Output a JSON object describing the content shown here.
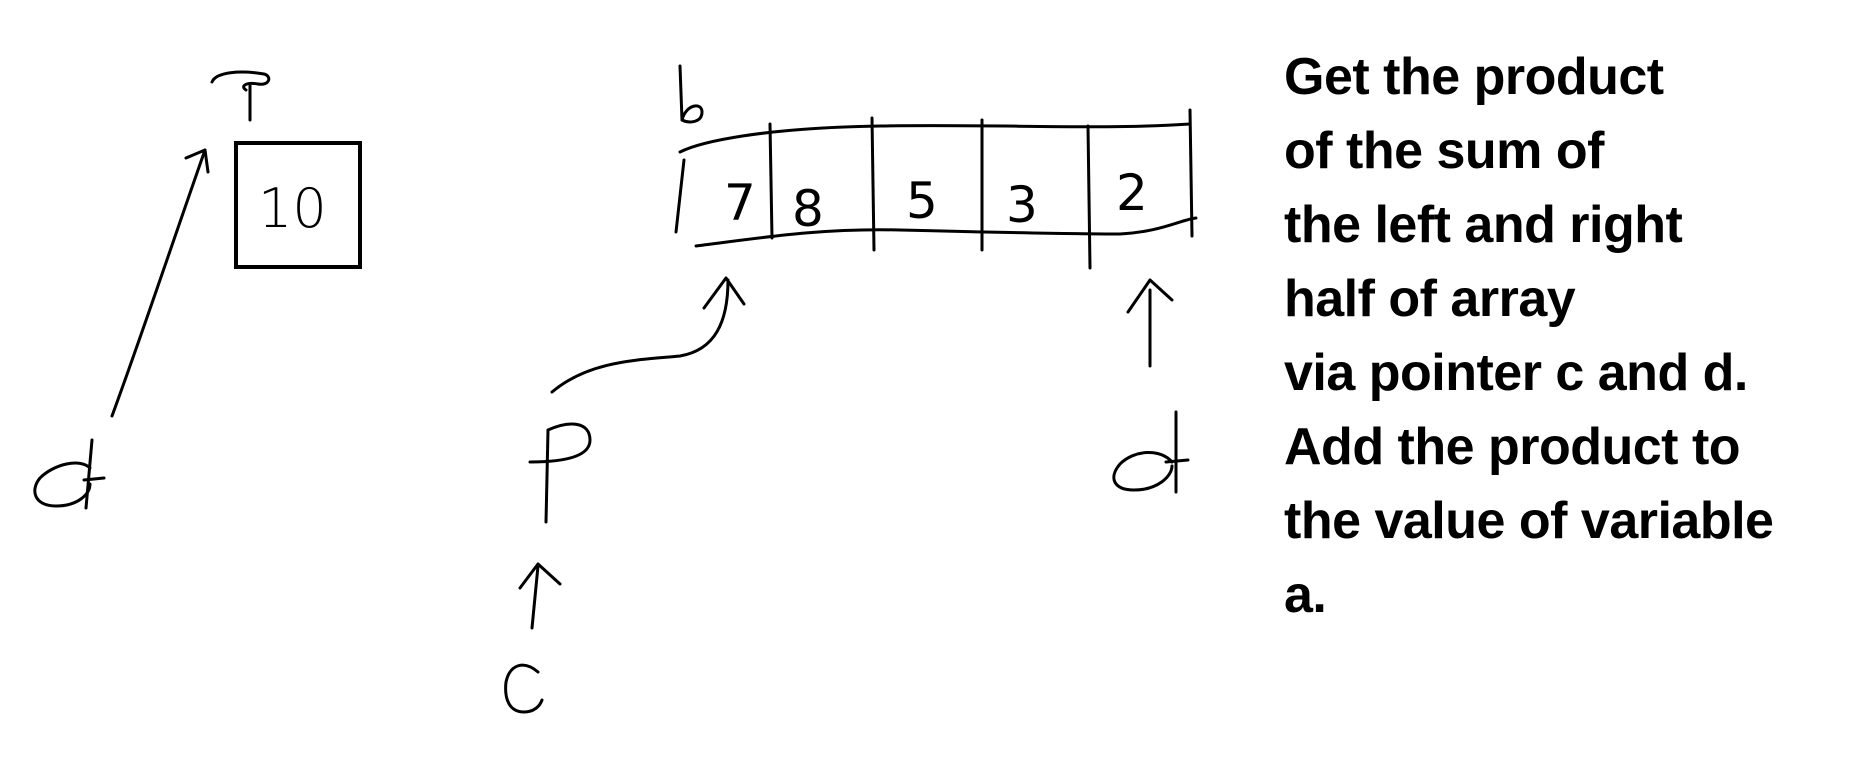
{
  "variable_a": {
    "label": "a",
    "value": "10"
  },
  "array_b": {
    "label": "b",
    "cells": [
      "7",
      "8",
      "5",
      "3",
      "2"
    ]
  },
  "pointers": {
    "d_to_a": "d",
    "p": "P",
    "c": "C",
    "d_right": "d"
  },
  "instructions": [
    "Get the product",
    "of the sum of",
    "the left and right",
    "half of array",
    "via pointer c and d.",
    "Add the product to",
    "the value of variable",
    "a."
  ]
}
